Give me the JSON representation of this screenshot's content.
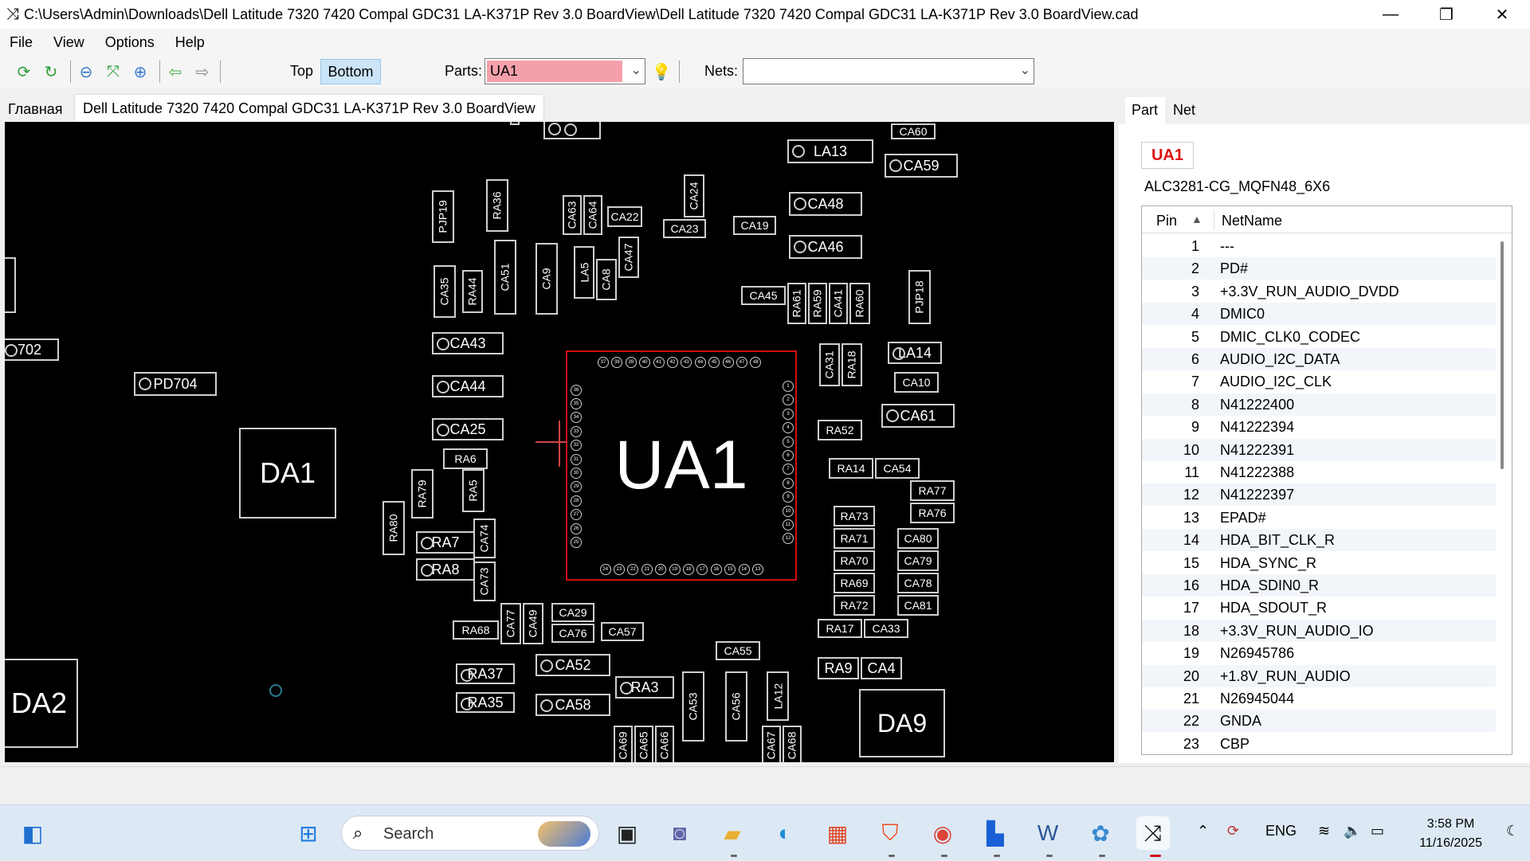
{
  "window": {
    "title": "C:\\Users\\Admin\\Downloads\\Dell Latitude 7320 7420 Compal GDC31 LA-K371P Rev 3.0 BoardView\\Dell Latitude 7320 7420 Compal GDC31 LA-K371P Rev 3.0 BoardView.cad",
    "minimize": "—",
    "restore": "❐",
    "close": "✕"
  },
  "menu": {
    "file": "File",
    "view": "View",
    "options": "Options",
    "help": "Help"
  },
  "toolbar": {
    "top_label": "Top",
    "bottom_label": "Bottom",
    "parts_label": "Parts:",
    "parts_value": "UA1",
    "nets_label": "Nets:",
    "nets_value": ""
  },
  "tabs": {
    "home": "Главная",
    "board": "Dell Latitude 7320 7420 Compal GDC31 LA-K371P Rev 3.0 BoardView"
  },
  "board": {
    "main_part": "UA1",
    "components": {
      "ca60": "CA60",
      "la13": "LA13",
      "ca59": "CA59",
      "pjp19": "PJP19",
      "ra36": "RA36",
      "ca63": "CA63",
      "ca64": "CA64",
      "ca22": "CA22",
      "ca24": "CA24",
      "ca23": "CA23",
      "ca19": "CA19",
      "ca48": "CA48",
      "ca46": "CA46",
      "ca35": "CA35",
      "ra44": "RA44",
      "ca51": "CA51",
      "ca9": "CA9",
      "la5": "LA5",
      "ca8": "CA8",
      "ca47": "CA47",
      "ca45": "CA45",
      "ra61": "RA61",
      "ra59": "RA59",
      "ca41": "CA41",
      "ra60": "RA60",
      "pjp18": "PJP18",
      "d702": "702",
      "ca43": "CA43",
      "pd704": "PD704",
      "ca44": "CA44",
      "la14": "LA14",
      "ca31": "CA31",
      "ra18": "RA18",
      "ca10": "CA10",
      "ca61": "CA61",
      "ca25": "CA25",
      "ra52": "RA52",
      "da1": "DA1",
      "ra6": "RA6",
      "ra79": "RA79",
      "ra5": "RA5",
      "ra14": "RA14",
      "ca54": "CA54",
      "ra77": "RA77",
      "ra76": "RA76",
      "ra80": "RA80",
      "ra7": "RA7",
      "ca74": "CA74",
      "ra73": "RA73",
      "ra71": "RA71",
      "ca80": "CA80",
      "ra8": "RA8",
      "ca73": "CA73",
      "ra70": "RA70",
      "ca79": "CA79",
      "ra69": "RA69",
      "ca78": "CA78",
      "ra72": "RA72",
      "ca81": "CA81",
      "ca29": "CA29",
      "ra68": "RA68",
      "ca77": "CA77",
      "ca49": "CA49",
      "ca76": "CA76",
      "ca57": "CA57",
      "ra17": "RA17",
      "ca33": "CA33",
      "ca55": "CA55",
      "ra37": "RA37",
      "ca52": "CA52",
      "ra9": "RA9",
      "ca4": "CA4",
      "ra3": "RA3",
      "da2": "DA2",
      "ra35": "RA35",
      "ca58": "CA58",
      "ca53": "CA53",
      "ca56": "CA56",
      "la12": "LA12",
      "da9": "DA9",
      "ca69": "CA69",
      "ca65": "CA65",
      "ca66": "CA66",
      "ca67": "CA67",
      "ca68": "CA68"
    }
  },
  "panel": {
    "tab_part": "Part",
    "tab_net": "Net",
    "part_name": "UA1",
    "package": "ALC3281-CG_MQFN48_6X6",
    "col_pin": "Pin",
    "col_net": "NetName",
    "pins": [
      {
        "pin": "1",
        "net": "---"
      },
      {
        "pin": "2",
        "net": "PD#"
      },
      {
        "pin": "3",
        "net": "+3.3V_RUN_AUDIO_DVDD"
      },
      {
        "pin": "4",
        "net": "DMIC0"
      },
      {
        "pin": "5",
        "net": "DMIC_CLK0_CODEC"
      },
      {
        "pin": "6",
        "net": "AUDIO_I2C_DATA"
      },
      {
        "pin": "7",
        "net": "AUDIO_I2C_CLK"
      },
      {
        "pin": "8",
        "net": "N41222400"
      },
      {
        "pin": "9",
        "net": "N41222394"
      },
      {
        "pin": "10",
        "net": "N41222391"
      },
      {
        "pin": "11",
        "net": "N41222388"
      },
      {
        "pin": "12",
        "net": "N41222397"
      },
      {
        "pin": "13",
        "net": "EPAD#"
      },
      {
        "pin": "14",
        "net": "HDA_BIT_CLK_R"
      },
      {
        "pin": "15",
        "net": "HDA_SYNC_R"
      },
      {
        "pin": "16",
        "net": "HDA_SDIN0_R"
      },
      {
        "pin": "17",
        "net": "HDA_SDOUT_R"
      },
      {
        "pin": "18",
        "net": "+3.3V_RUN_AUDIO_IO"
      },
      {
        "pin": "19",
        "net": "N26945786"
      },
      {
        "pin": "20",
        "net": "+1.8V_RUN_AUDIO"
      },
      {
        "pin": "21",
        "net": "N26945044"
      },
      {
        "pin": "22",
        "net": "GNDA"
      },
      {
        "pin": "23",
        "net": "CBP"
      }
    ]
  },
  "taskbar": {
    "search_label": "Search",
    "lang": "ENG",
    "time": "3:58 PM",
    "date": "11/16/2025"
  },
  "colors": {
    "parts_highlight": "#f4a0aa",
    "selected_part": "#e01010",
    "part_outline": "#d01010",
    "board_bg": "#000000"
  }
}
